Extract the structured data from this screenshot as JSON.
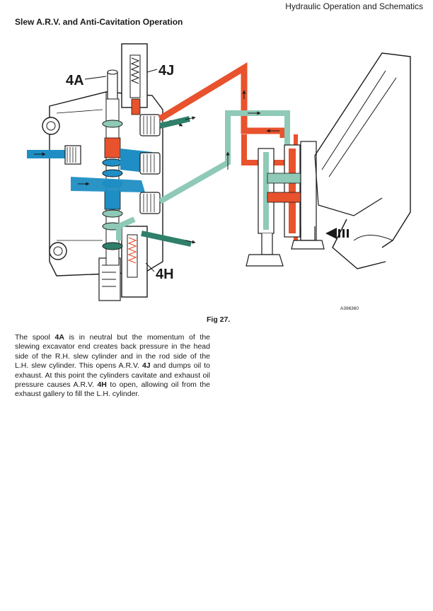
{
  "header": {
    "section_title": "Hydraulic Operation and Schematics"
  },
  "page": {
    "title": "Slew A.R.V. and Anti-Cavitation Operation"
  },
  "figure": {
    "callouts": {
      "label_4a": "4A",
      "label_4j": "4J",
      "label_4h": "4H"
    },
    "ref_code": "A396360",
    "caption": "Fig 27.",
    "colors": {
      "pressure": "#e8522c",
      "supply": "#1f8ec4",
      "exhaust": "#8fc9b8",
      "exhaust_dark": "#2f7f6a",
      "outline": "#1a1a1a"
    }
  },
  "description": {
    "p1": "The spool ",
    "b1": "4A",
    "p2": " is in neutral but the momentum of the slewing excavator end creates back pressure in the head side of the R.H. slew cylinder and in the rod side of the L.H. slew cylinder. This opens A.R.V. ",
    "b2": "4J",
    "p3": " and dumps oil to exhaust. At this point the cylinders cavitate and exhaust oil pressure causes A.R.V. ",
    "b3": "4H",
    "p4": " to open, allowing oil from the exhaust gallery to fill the L.H. cylinder."
  }
}
